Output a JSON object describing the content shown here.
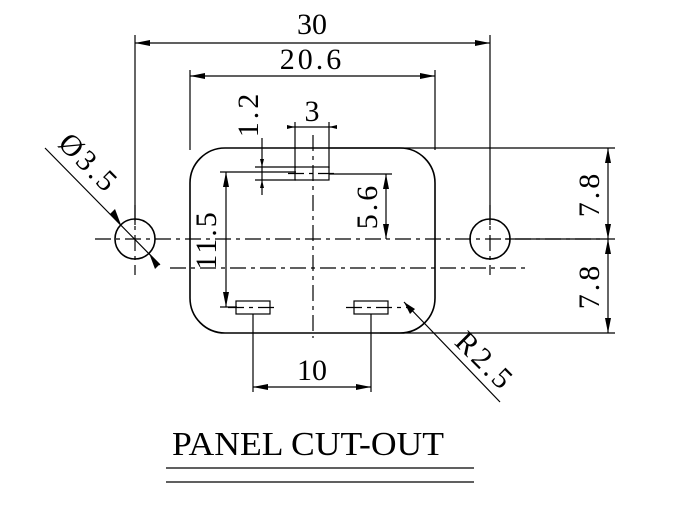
{
  "drawing": {
    "title": "PANEL CUT-OUT",
    "dimensions": {
      "overall_width": "30",
      "panel_width": "20.6",
      "slot_height": "1.2",
      "slot_width": "3",
      "upper_offset": "5.6",
      "upper_half": "7.8",
      "lower_half": "7.8",
      "vertical_spacing": "11.5",
      "horizontal_spacing": "10",
      "hole_diameter": "Ø3.5",
      "corner_radius": "R2.5"
    }
  }
}
